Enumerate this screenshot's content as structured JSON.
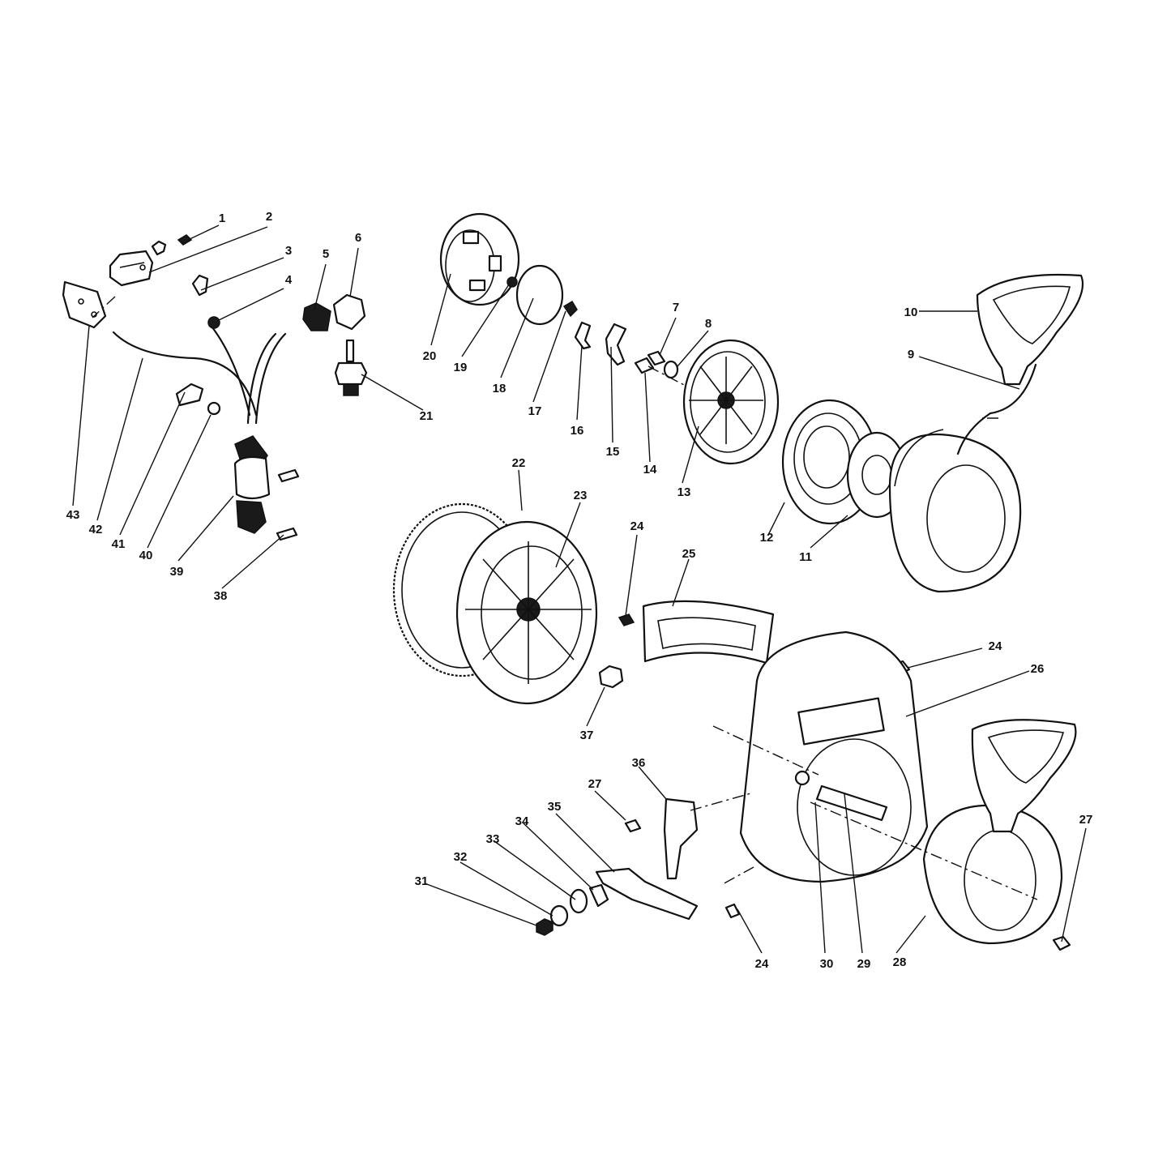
{
  "callouts": [
    {
      "id": "c1",
      "label": "1"
    },
    {
      "id": "c2",
      "label": "2"
    },
    {
      "id": "c3",
      "label": "3"
    },
    {
      "id": "c4",
      "label": "4"
    },
    {
      "id": "c5",
      "label": "5"
    },
    {
      "id": "c6",
      "label": "6"
    },
    {
      "id": "c7",
      "label": "7"
    },
    {
      "id": "c8",
      "label": "8"
    },
    {
      "id": "c9",
      "label": "9"
    },
    {
      "id": "c10",
      "label": "10"
    },
    {
      "id": "c11",
      "label": "11"
    },
    {
      "id": "c12",
      "label": "12"
    },
    {
      "id": "c13",
      "label": "13"
    },
    {
      "id": "c14",
      "label": "14"
    },
    {
      "id": "c15",
      "label": "15"
    },
    {
      "id": "c16",
      "label": "16"
    },
    {
      "id": "c17",
      "label": "17"
    },
    {
      "id": "c18",
      "label": "18"
    },
    {
      "id": "c19",
      "label": "19"
    },
    {
      "id": "c20",
      "label": "20"
    },
    {
      "id": "c21",
      "label": "21"
    },
    {
      "id": "c22",
      "label": "22"
    },
    {
      "id": "c23",
      "label": "23"
    },
    {
      "id": "c24a",
      "label": "24"
    },
    {
      "id": "c24b",
      "label": "24"
    },
    {
      "id": "c24c",
      "label": "24"
    },
    {
      "id": "c25",
      "label": "25"
    },
    {
      "id": "c26",
      "label": "26"
    },
    {
      "id": "c27a",
      "label": "27"
    },
    {
      "id": "c27b",
      "label": "27"
    },
    {
      "id": "c28",
      "label": "28"
    },
    {
      "id": "c29",
      "label": "29"
    },
    {
      "id": "c30",
      "label": "30"
    },
    {
      "id": "c31",
      "label": "31"
    },
    {
      "id": "c32",
      "label": "32"
    },
    {
      "id": "c33",
      "label": "33"
    },
    {
      "id": "c34",
      "label": "34"
    },
    {
      "id": "c35",
      "label": "35"
    },
    {
      "id": "c36",
      "label": "36"
    },
    {
      "id": "c37",
      "label": "37"
    },
    {
      "id": "c38",
      "label": "38"
    },
    {
      "id": "c39",
      "label": "39"
    },
    {
      "id": "c40",
      "label": "40"
    },
    {
      "id": "c41",
      "label": "41"
    },
    {
      "id": "c42",
      "label": "42"
    },
    {
      "id": "c43",
      "label": "43"
    }
  ],
  "colors": {
    "ink": "#111111",
    "paper": "#ffffff"
  }
}
